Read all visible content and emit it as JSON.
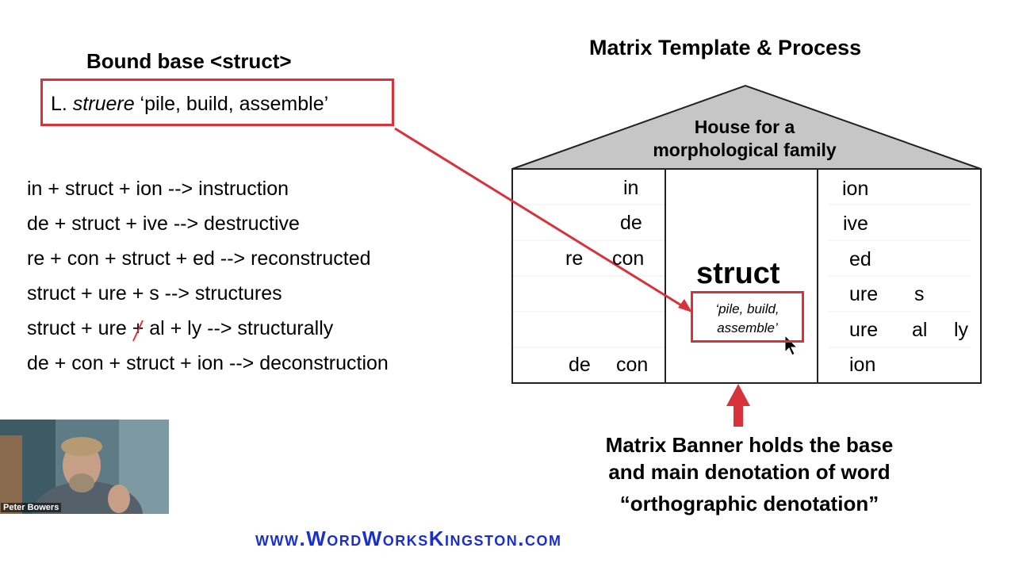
{
  "left": {
    "title": "Bound base <struct>",
    "latin": {
      "prefix": "L. ",
      "word": "struere",
      "gloss": " ‘pile, build, assemble’"
    },
    "equations": [
      "in + struct + ion -->   instruction",
      "de + struct + ive -->  destructive",
      "re + con + struct + ed -->  reconstructed",
      "struct + ure + s -->  structures",
      "struct + ure + al + ly -->  structurally",
      "de + con + struct + ion -->  deconstruction"
    ]
  },
  "matrix": {
    "title": "Matrix Template & Process",
    "roof_line1": "House for a",
    "roof_line2": "morphological family",
    "prefix_rows": [
      [
        "in"
      ],
      [
        "de"
      ],
      [
        "re",
        "con"
      ],
      [],
      [],
      [
        "de",
        "con"
      ]
    ],
    "suffix_rows": [
      [
        "ion"
      ],
      [
        "ive"
      ],
      [
        "ed"
      ],
      [
        "ure",
        "s"
      ],
      [
        "ure",
        "al",
        "ly"
      ],
      [
        "ion"
      ]
    ],
    "base": "struct",
    "gloss_line1": "‘pile, build,",
    "gloss_line2": "assemble’",
    "banner_line1": "Matrix Banner holds the base",
    "banner_line2": "and main denotation of word",
    "ortho": "“orthographic denotation”"
  },
  "website": "www.WordWorksKingston.com",
  "video": {
    "name": "Peter Bowers"
  },
  "colors": {
    "red": "#d8323a",
    "roof": "#c6c6c6",
    "link": "#1a2fd0"
  }
}
